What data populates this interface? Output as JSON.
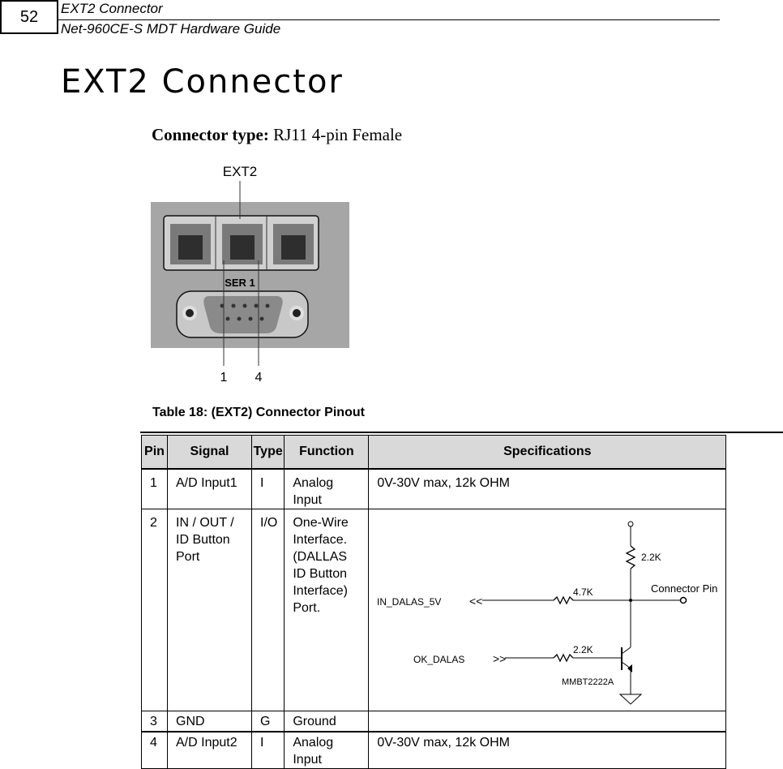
{
  "header": {
    "page_number": "52",
    "section": "EXT2 Connector",
    "guide": "Net-960CE-S MDT Hardware Guide"
  },
  "title": "EXT2 Connector",
  "connector_type": {
    "label": "Connector type:",
    "value": " RJ11 4-pin Female"
  },
  "photo": {
    "top_label": "EXT2",
    "ser_label": "SER 1",
    "pin_left": "1",
    "pin_right": "4"
  },
  "table": {
    "caption": "Table 18: (EXT2) Connector Pinout",
    "headers": [
      "Pin",
      "Signal",
      "Type",
      "Function",
      "Specifications"
    ],
    "rows": [
      {
        "pin": "1",
        "signal": "A/D Input1",
        "type": "I",
        "function": "Analog Input",
        "spec": "0V-30V max, 12k OHM"
      },
      {
        "pin": "2",
        "signal": "IN / OUT / ID Button Port",
        "type": "I/O",
        "function": "One-Wire Interface. (DALLAS ID Button Interface) Port.",
        "spec": ""
      },
      {
        "pin": "3",
        "signal": "GND",
        "type": "G",
        "function": "Ground",
        "spec": ""
      },
      {
        "pin": "4",
        "signal": "A/D Input2",
        "type": "I",
        "function": "Analog Input",
        "spec": "0V-30V max, 12k OHM"
      }
    ]
  },
  "schematic": {
    "in_label": "IN_DALAS_5V",
    "ok_label": "OK_DALAS",
    "r_pullup": "2.2K",
    "r_in": "4.7K",
    "r_base": "2.2K",
    "transistor": "MMBT2222A",
    "pin_label": "Connector Pin"
  }
}
